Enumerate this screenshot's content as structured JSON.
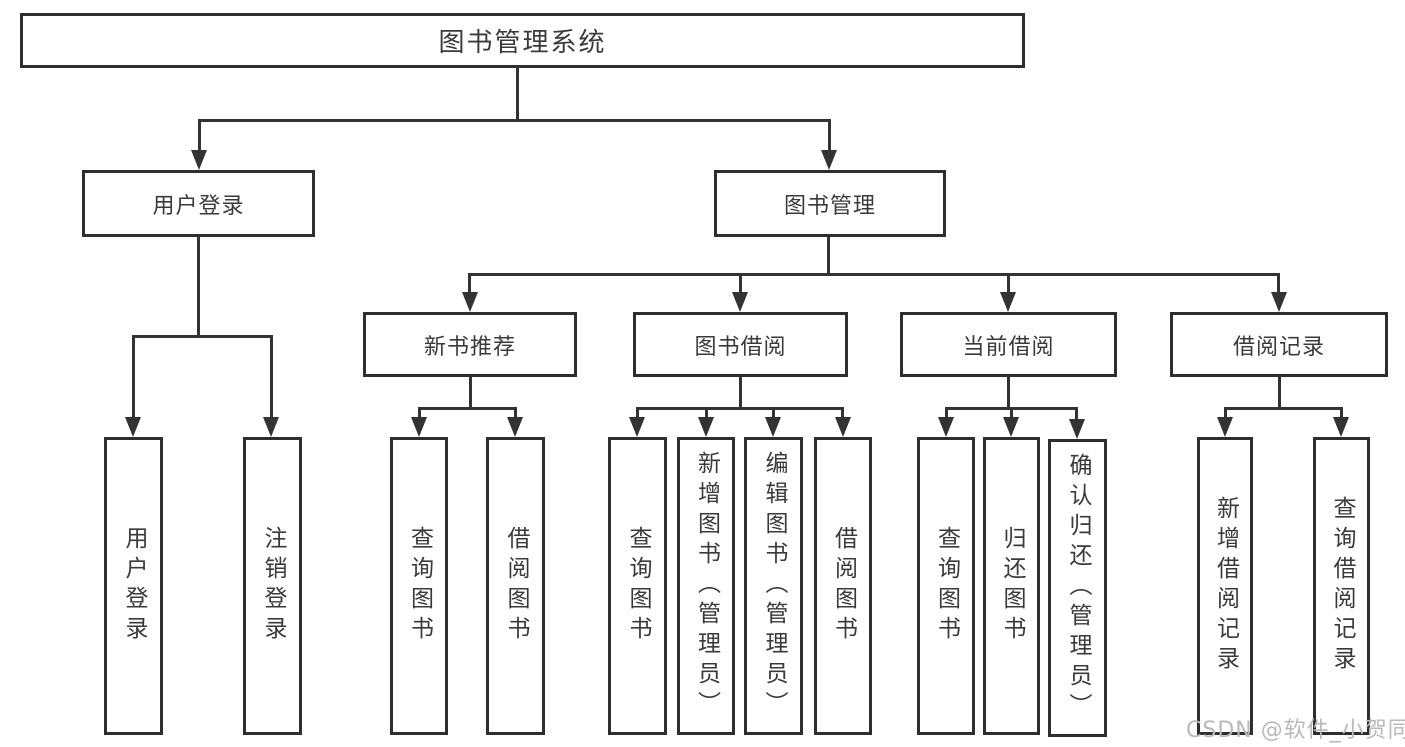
{
  "tree": {
    "root": {
      "label": "图书管理系统"
    },
    "children": [
      {
        "label": "用户登录",
        "children": [
          {
            "label": "用户登录"
          },
          {
            "label": "注销登录"
          }
        ]
      },
      {
        "label": "图书管理",
        "children": [
          {
            "label": "新书推荐",
            "children": [
              {
                "label": "查询图书"
              },
              {
                "label": "借阅图书"
              }
            ]
          },
          {
            "label": "图书借阅",
            "children": [
              {
                "label": "查询图书"
              },
              {
                "label": "新增图书（管理员）"
              },
              {
                "label": "编辑图书（管理员）"
              },
              {
                "label": "借阅图书"
              }
            ]
          },
          {
            "label": "当前借阅",
            "children": [
              {
                "label": "查询图书"
              },
              {
                "label": "归还图书"
              },
              {
                "label": "确认归还（管理员）"
              }
            ]
          },
          {
            "label": "借阅记录",
            "children": [
              {
                "label": "新增借阅记录"
              },
              {
                "label": "查询借阅记录"
              }
            ]
          }
        ]
      }
    ]
  },
  "watermark": {
    "text": "CSDN @软件_小贺同学"
  },
  "colors": {
    "background": "#ffffff",
    "line": "#333333",
    "box_border": "#2e2e2e",
    "text": "#3a3a3a",
    "watermark": "#b9b9b9"
  }
}
